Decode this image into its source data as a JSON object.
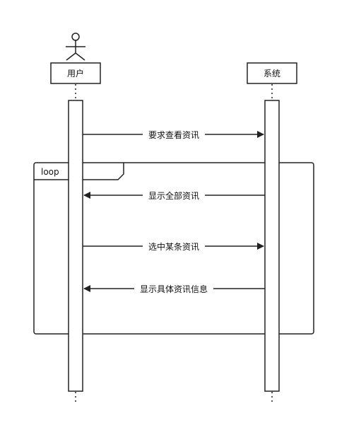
{
  "participants": {
    "user": {
      "label": "用户",
      "kind": "actor"
    },
    "system": {
      "label": "系统",
      "kind": "box"
    }
  },
  "fragment": {
    "operator": "loop"
  },
  "messages": [
    {
      "text": "要求查看资讯",
      "from": "user",
      "to": "system"
    },
    {
      "text": "显示全部资讯",
      "from": "system",
      "to": "user"
    },
    {
      "text": "选中某条资讯",
      "from": "user",
      "to": "system"
    },
    {
      "text": "显示具体资讯信息",
      "from": "system",
      "to": "user"
    }
  ],
  "colors": {
    "line": "#222222",
    "background": "#ffffff"
  }
}
